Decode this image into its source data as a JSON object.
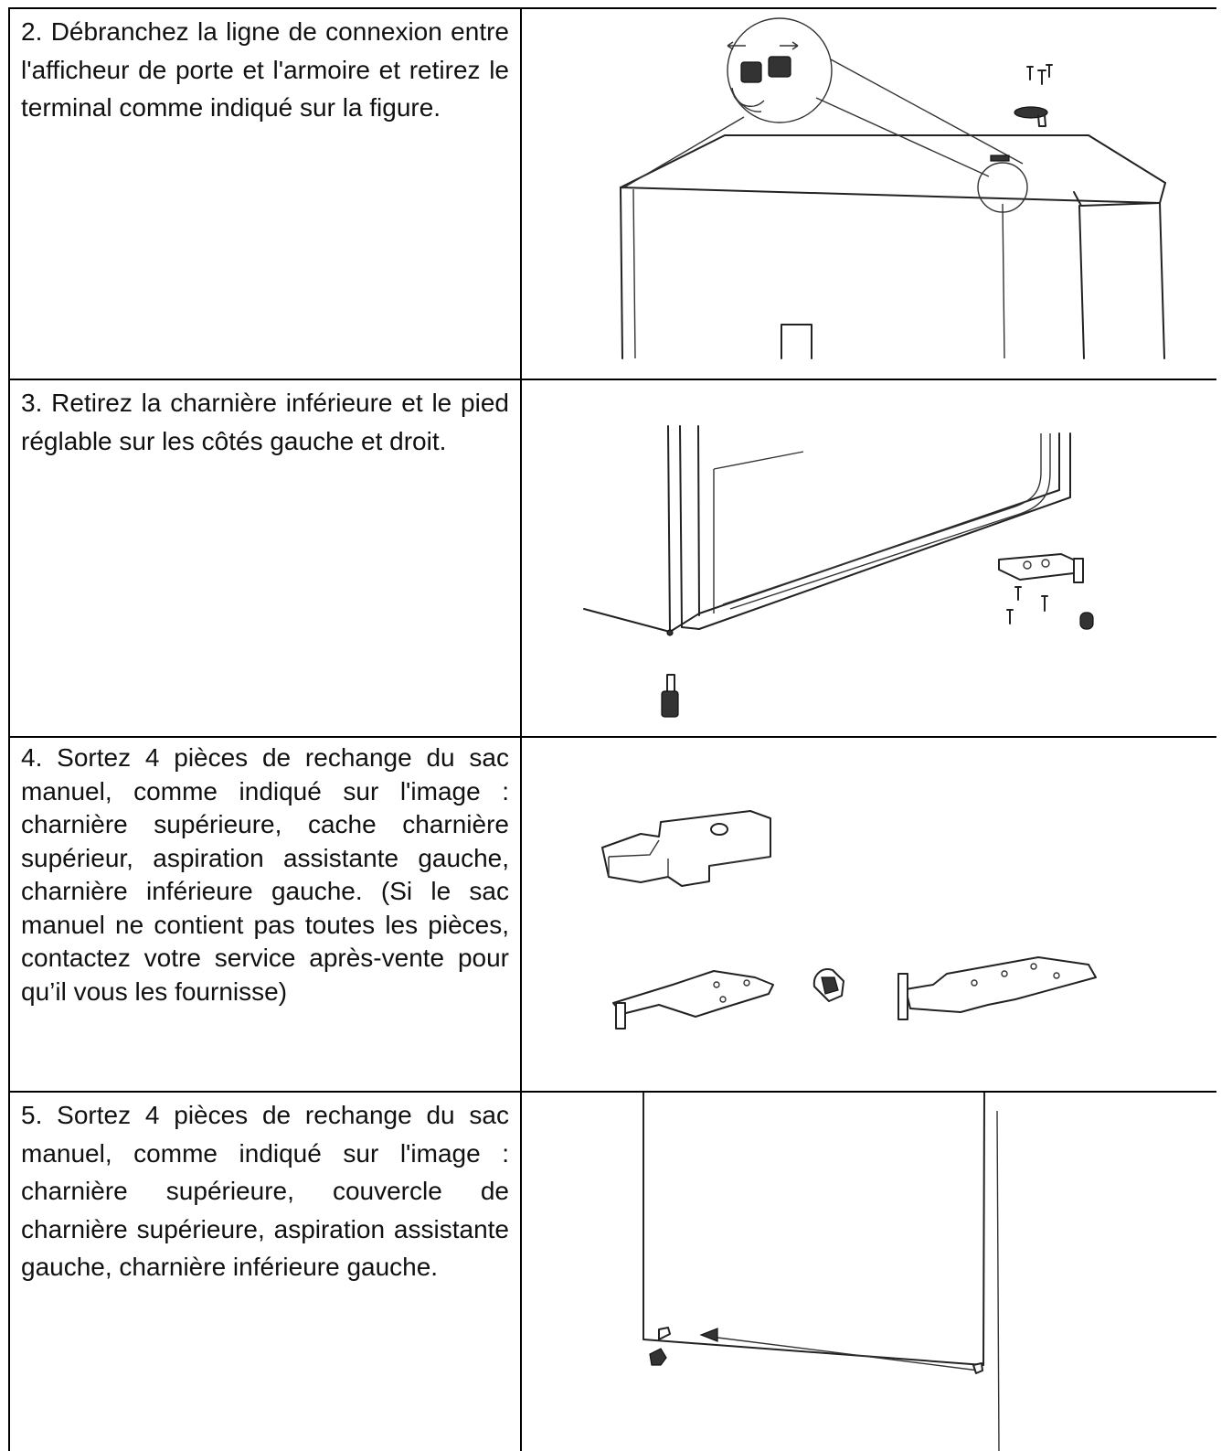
{
  "steps": [
    {
      "text": "2. Débranchez la ligne de connexion entre l'afficheur de porte et l'armoire et retirez le terminal comme indiqué sur la figure."
    },
    {
      "text": "3. Retirez la charnière inférieure et le pied réglable sur les côtés gauche et droit."
    },
    {
      "text": "4. Sortez 4 pièces de rechange du sac manuel, comme indiqué sur l'image : charnière supérieure, cache charnière supérieur, aspiration assistante gauche, charnière inférieure gauche. (Si le sac manuel ne contient pas toutes les pièces, contactez votre service après-vente pour qu’il vous les fournisse)"
    },
    {
      "text": "5. Sortez 4 pièces de rechange du sac manuel, comme indiqué sur l'image : charnière supérieure, couvercle de charnière supérieure, aspiration assistante gauche, charnière inférieure gauche."
    }
  ]
}
